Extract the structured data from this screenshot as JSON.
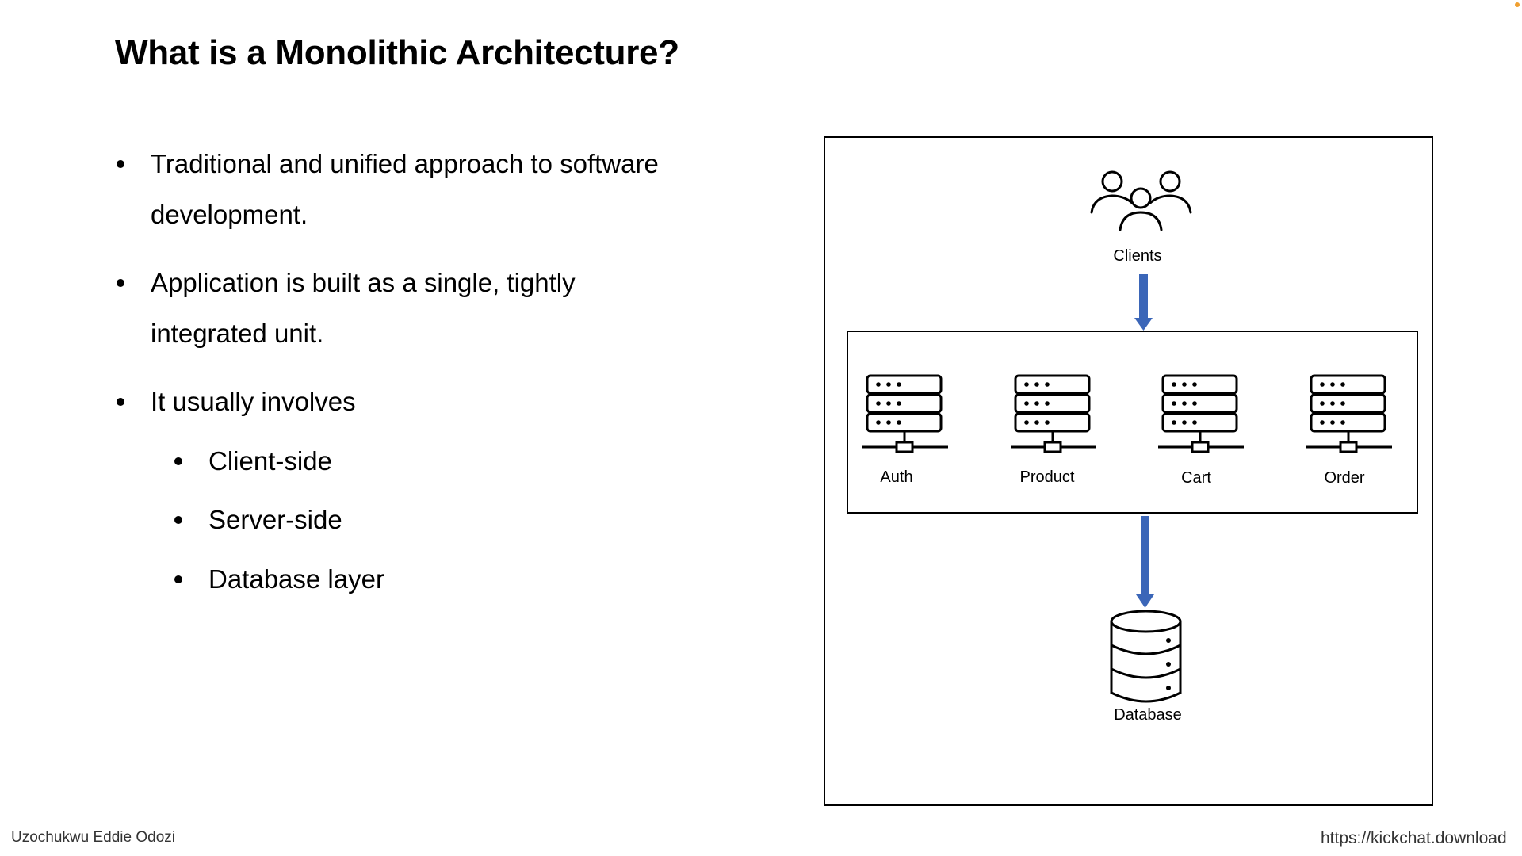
{
  "slide": {
    "title": "What is a Monolithic Architecture?",
    "bullets": [
      {
        "line1": "Traditional and unified approach to software",
        "line2": "development."
      },
      {
        "line1": "Application is built as a single, tightly",
        "line2": "integrated unit."
      },
      {
        "line1": "It usually involves"
      }
    ],
    "sub_bullets": [
      "Client-side",
      "Server-side",
      "Database layer"
    ]
  },
  "diagram": {
    "clients_label": "Clients",
    "services": [
      "Auth",
      "Product",
      "Cart",
      "Order"
    ],
    "database_label": "Database",
    "arrow_color": "#3b66b8"
  },
  "footer": {
    "author": "Uzochukwu Eddie Odozi",
    "url": "https://kickchat.download"
  }
}
